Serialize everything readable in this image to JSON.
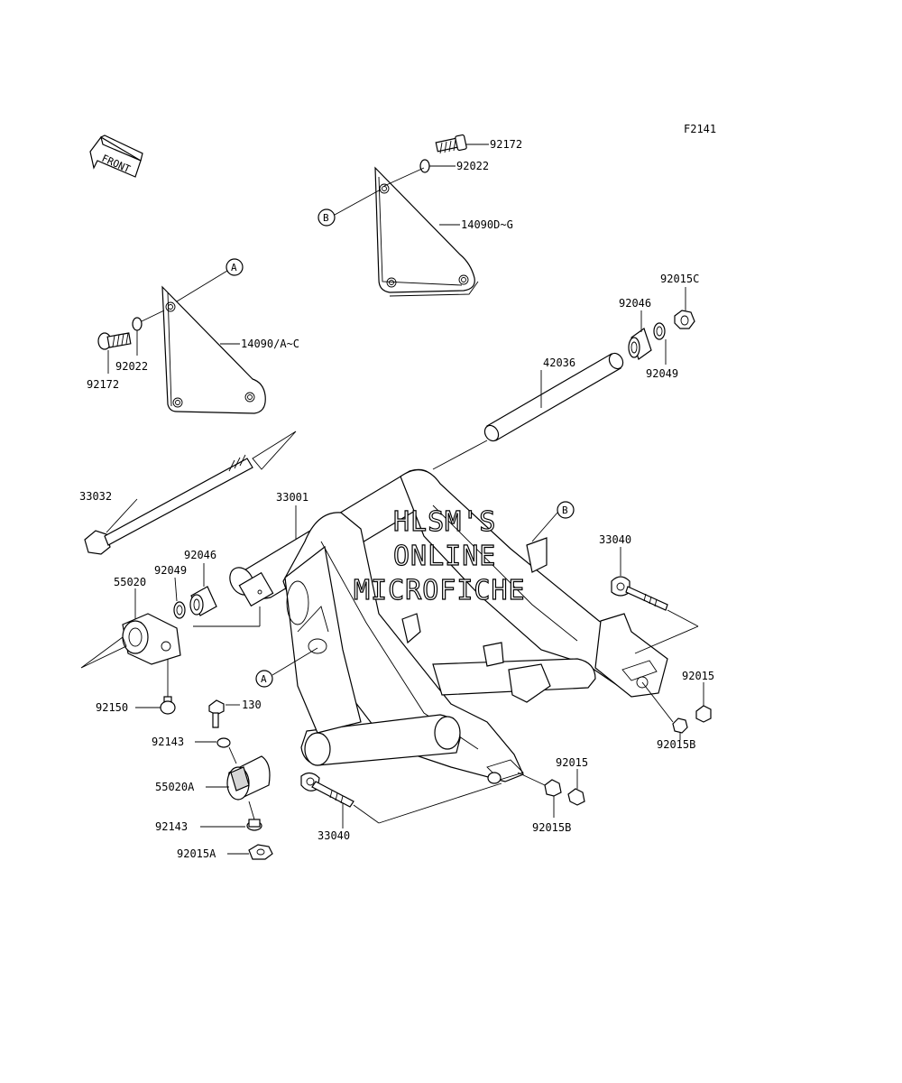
{
  "figure_id": "F2141",
  "front_label": "FRONT",
  "watermark": [
    "HLSM'S",
    "ONLINE",
    "MICROFICHE"
  ],
  "callouts": {
    "a": "A",
    "b": "B"
  },
  "parts": {
    "p92172_top": "92172",
    "p92022_top": "92022",
    "p14090DG": "14090D~G",
    "p14090AC": "14090/A~C",
    "p92022_left": "92022",
    "p92172_left": "92172",
    "p92015C": "92015C",
    "p92046_right": "92046",
    "p92049_right": "92049",
    "p42036": "42036",
    "p33032": "33032",
    "p33001": "33001",
    "p92046_left": "92046",
    "p92049_left": "92049",
    "p55020": "55020",
    "p33040_right": "33040",
    "p92015_right": "92015",
    "p92015B_right": "92015B",
    "p92150": "92150",
    "p130": "130",
    "p92143_top": "92143",
    "p55020A": "55020A",
    "p92143_bot": "92143",
    "p92015A": "92015A",
    "p92015_bot": "92015",
    "p92015B_bot": "92015B",
    "p33040_bot": "33040"
  }
}
